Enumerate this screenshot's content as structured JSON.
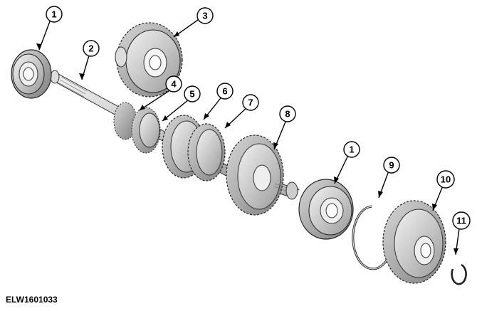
{
  "figure_id": "ELW1601033",
  "callouts": [
    "1",
    "2",
    "3",
    "4",
    "5",
    "6",
    "7",
    "8",
    "1",
    "9",
    "10",
    "11"
  ]
}
